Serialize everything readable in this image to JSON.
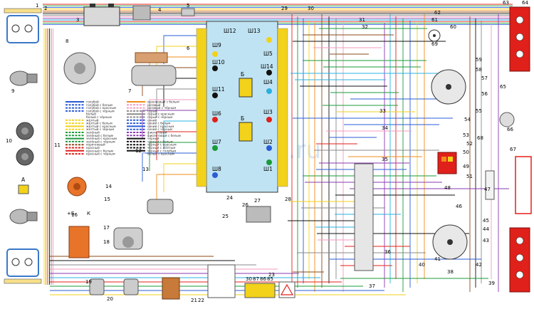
{
  "watermark": "2kolesa.ru",
  "fuse_box": {
    "top_labels": [
      "Ш12",
      "Ш13"
    ],
    "left_labels": [
      "Ш9",
      "Ш10",
      "Ш11",
      "Ш6",
      "Ш7",
      "Ш8"
    ],
    "right_labels": [
      "Ш5",
      "Ш14",
      "Ш4",
      "Ш3",
      "Ш2",
      "Ш1"
    ],
    "relay_labels": [
      "Б",
      "Б"
    ]
  },
  "component_numbers": [
    "1",
    "2",
    "3",
    "4",
    "5",
    "6",
    "7",
    "8",
    "9",
    "10",
    "11",
    "12",
    "13",
    "14",
    "15",
    "16",
    "17",
    "18",
    "19",
    "20",
    "21",
    "22",
    "23",
    "24",
    "25",
    "26",
    "27",
    "28",
    "29",
    "30",
    "31",
    "32",
    "33",
    "34",
    "35",
    "36",
    "37",
    "38",
    "39",
    "40",
    "41",
    "42",
    "43",
    "44",
    "45",
    "46",
    "47",
    "48",
    "49",
    "50",
    "51",
    "52",
    "53",
    "54",
    "55",
    "56",
    "57",
    "58",
    "59",
    "60",
    "61",
    "62",
    "63",
    "64",
    "65",
    "66",
    "67",
    "68",
    "69"
  ],
  "left_panel_label": "A",
  "ignition_coil_marks": [
    "+Б",
    "К"
  ],
  "relay_pin_labels": [
    "30",
    "87",
    "86",
    "85"
  ],
  "legend": {
    "left": [
      "голубой",
      "голубой с белым",
      "голубой с красным",
      "голубой с чёрным",
      "белый",
      "белый с чёрным",
      "жёлтый",
      "жёлтый с белым",
      "жёлтый с красным",
      "жёлтый с чёрным",
      "зелёный",
      "зелёный с белым",
      "зелёный с красным",
      "зелёный с чёрным",
      "коричневый",
      "красный",
      "красный с белым",
      "красный с чёрным"
    ],
    "right": [
      "оранжевый с белым",
      "розовый",
      "розовый с чёрным",
      "серый",
      "серый с красным",
      "серый с чёрным",
      "синий",
      "синий с белым",
      "синий с красным",
      "синий с чёрным",
      "фиолетовый",
      "фиолетовый с белым",
      "чёрный",
      "чёрный с белым",
      "чёрный с красным",
      "чёрный с жёлтым",
      "чёрный с голубым",
      "белый с красным"
    ]
  },
  "colors": {
    "red": "#e0201a",
    "green": "#1a9b3a",
    "blue": "#2a5cd6",
    "yellow": "#f2d21a",
    "orange": "#f28c1a",
    "brown": "#8a4a1a",
    "black": "#111111",
    "grey": "#8a8a8a",
    "pink": "#f29ac0",
    "violet": "#8a3ab0",
    "cyan": "#2ab0e0",
    "fusebox": "#bfe3f2"
  }
}
